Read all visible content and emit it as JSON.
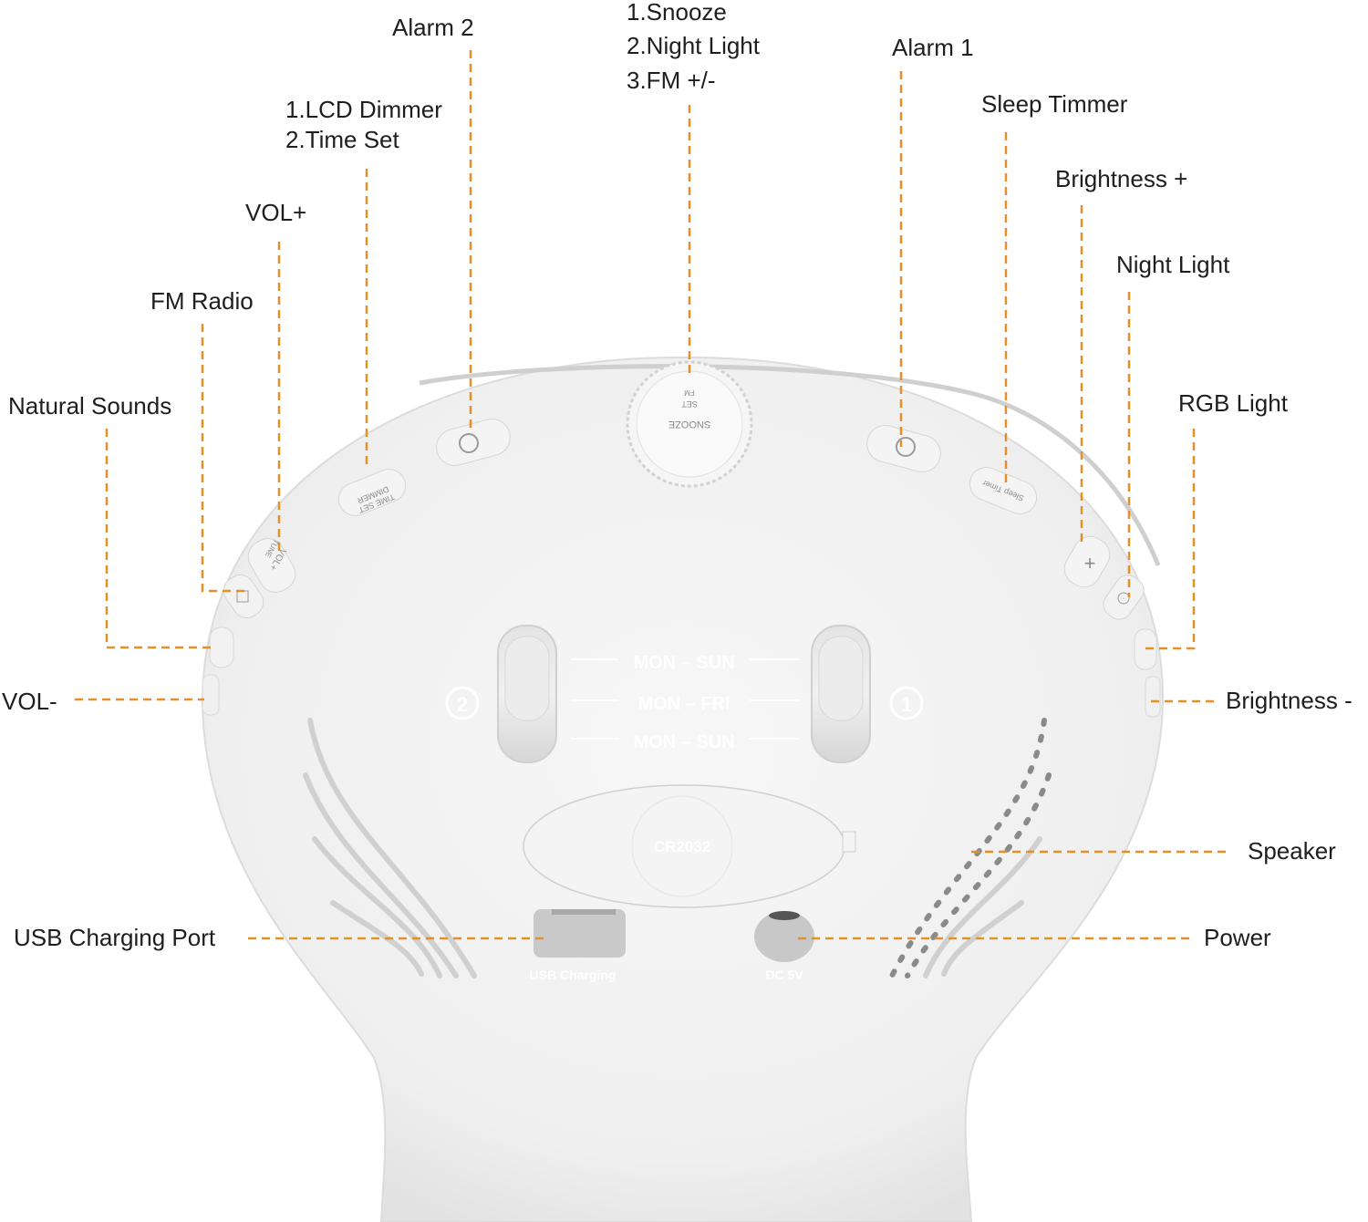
{
  "colors": {
    "leader_line": "#e58f2a",
    "label_text": "#1e1e1e",
    "device_body": "#f2f2f2"
  },
  "callouts": {
    "alarm2": "Alarm 2",
    "snooze": [
      "1.Snooze",
      "2.Night Light",
      "3.FM +/-"
    ],
    "alarm1": "Alarm 1",
    "lcd_dimmer": [
      "1.LCD Dimmer",
      "2.Time Set"
    ],
    "sleep_timer": "Sleep Timmer",
    "brightness_plus": "Brightness +",
    "vol_plus": "VOL+",
    "night_light": "Night Light",
    "fm_radio": "FM Radio",
    "natural_sounds": "Natural Sounds",
    "rgb_light": "RGB Light",
    "vol_minus": "VOL-",
    "brightness_minus": "Brightness -",
    "speaker": "Speaker",
    "usb_port": "USB Charging Port",
    "power": "Power"
  },
  "device": {
    "switch_rows": [
      "MON – SUN",
      "MON – FRI",
      "MON – SUN"
    ],
    "alarm_left_number": "2",
    "alarm_right_number": "1",
    "battery": "CR2032",
    "usb_label": "USB Charging",
    "dc_label": "DC 5V",
    "button_dimmer": "DIMMER",
    "button_timeset": "TIME SET",
    "button_vol": "VOL+",
    "button_tune": "TUNE",
    "knob_snooze": "SNOOZE",
    "knob_set": "SET",
    "knob_fm": "FM",
    "button_sleep": "Sleep Timer"
  }
}
